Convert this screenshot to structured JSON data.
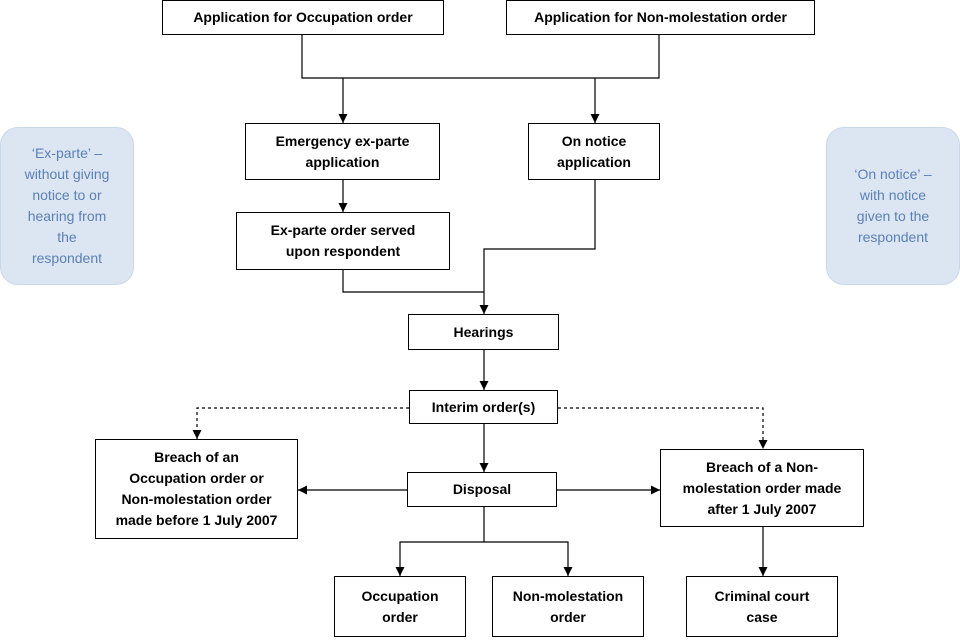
{
  "diagram": {
    "boxes": {
      "occupation_application": "Application for Occupation order",
      "nonmol_application": "Application for Non-molestation order",
      "emergency_application": "Emergency ex-parte\napplication",
      "on_notice_application": "On notice\napplication",
      "exparte_order_served": "Ex-parte order served\nupon respondent",
      "hearings": "Hearings",
      "interim_orders": "Interim order(s)",
      "disposal": "Disposal",
      "breach_before": "Breach of an\nOccupation order or\nNon-molestation order\nmade before 1 July 2007",
      "breach_after": "Breach of a Non-\nmolestation order made\nafter 1 July 2007",
      "occupation_order": "Occupation\norder",
      "nonmol_order": "Non-molestation\norder",
      "criminal_case": "Criminal court\ncase"
    },
    "notes": {
      "exparte": "‘Ex-parte’ –\nwithout giving\nnotice to or\nhearing from\nthe\nrespondent",
      "on_notice": "‘On notice’ –\nwith notice\ngiven to the\nrespondent"
    }
  }
}
